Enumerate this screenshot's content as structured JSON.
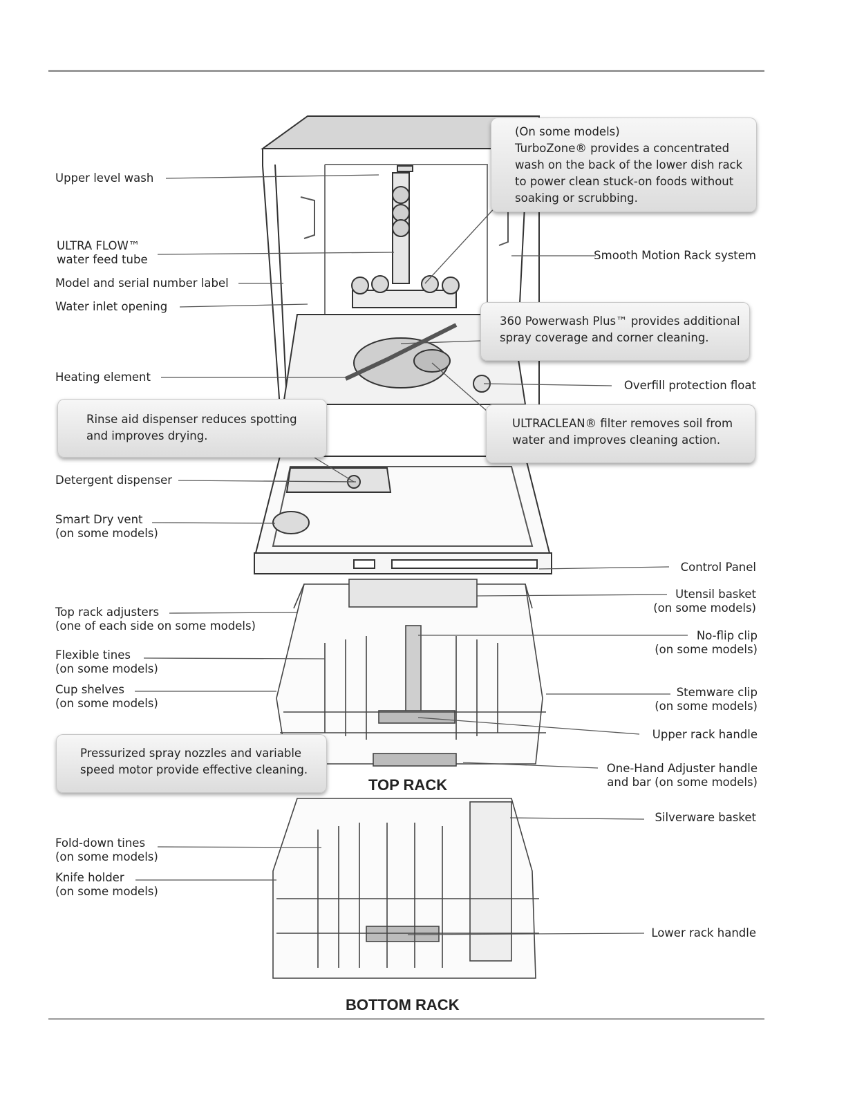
{
  "labels": {
    "upper_level_wash": "Upper level wash",
    "ultra_flow_1": "ULTRA FLOW™",
    "ultra_flow_2": "water feed tube",
    "model_serial": "Model and serial number label",
    "water_inlet": "Water inlet opening",
    "heating_element": "Heating element",
    "detergent_dispenser": "Detergent dispenser",
    "smart_dry_1": "Smart Dry vent",
    "smart_dry_2": "(on some models)",
    "smooth_motion": "Smooth Motion Rack system",
    "overfill_float": "Overfill protection float",
    "control_panel": "Control Panel",
    "utensil_basket_1": "Utensil basket",
    "utensil_basket_2": "(on some models)",
    "no_flip_1": "No-flip clip",
    "no_flip_2": "(on some models)",
    "stemware_1": "Stemware clip",
    "stemware_2": "(on some models)",
    "upper_rack_handle": "Upper rack handle",
    "one_hand_1": "One-Hand Adjuster handle",
    "one_hand_2": "and bar (on some models)",
    "top_rack_adj_1": "Top rack adjusters",
    "top_rack_adj_2": "(one of each side on some models)",
    "flexible_tines_1": "Flexible tines",
    "flexible_tines_2": "(on some models)",
    "cup_shelves_1": "Cup shelves",
    "cup_shelves_2": "(on some models)",
    "silverware_basket": "Silverware basket",
    "fold_down_1": "Fold-down tines",
    "fold_down_2": "(on some models)",
    "knife_holder_1": "Knife holder",
    "knife_holder_2": "(on some models)",
    "lower_rack_handle": "Lower rack handle"
  },
  "callouts": {
    "turbozone": [
      "(On some models)",
      "TurboZone® provides a concentrated",
      "wash on the back of the lower dish rack",
      "to power clean stuck-on foods without",
      "soaking or scrubbing."
    ],
    "powerwash": [
      "360 Powerwash Plus™ provides additional",
      "spray coverage and corner cleaning."
    ],
    "rinse_aid": [
      "Rinse aid dispenser reduces spotting",
      "and improves drying."
    ],
    "ultraclean": [
      "ULTRACLEAN® filter removes soil from",
      "water and improves cleaning action."
    ],
    "pressurized": [
      "Pressurized spray nozzles and variable",
      "speed motor provide effective cleaning."
    ]
  },
  "rack_titles": {
    "top": "TOP RACK",
    "bottom": "BOTTOM RACK"
  }
}
